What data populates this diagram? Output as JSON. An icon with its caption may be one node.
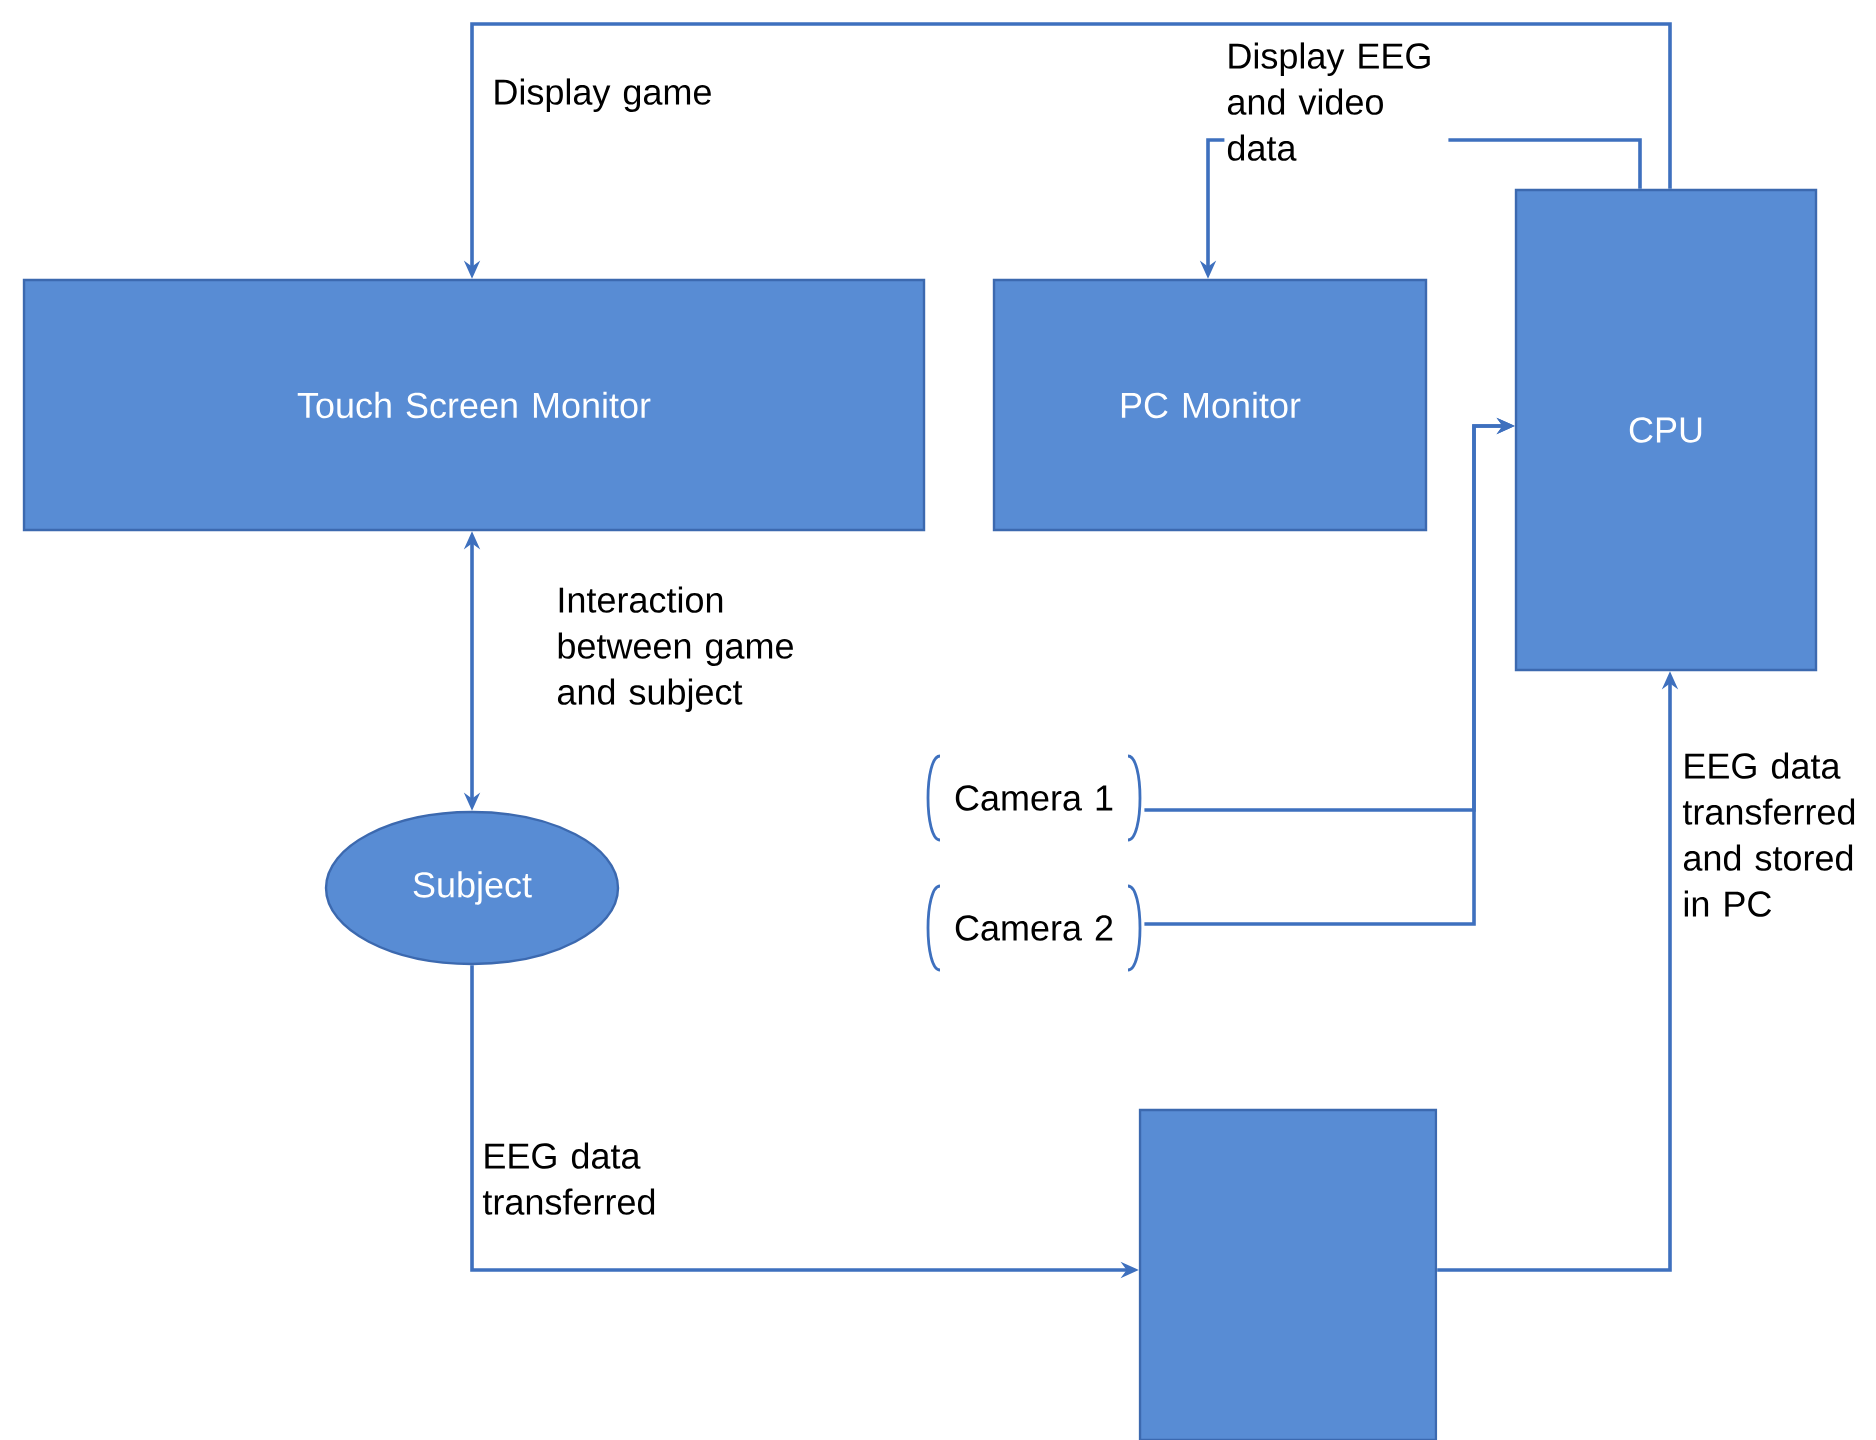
{
  "diagram": {
    "nodes": [
      {
        "text": [
          "Touch Screen Monitor"
        ]
      },
      {
        "text": [
          "PC Monitor"
        ]
      },
      {
        "text": [
          "CPU"
        ]
      },
      {
        "text": [
          "Camera 1"
        ]
      },
      {
        "text": [
          "Camera 2"
        ]
      },
      {
        "text": [
          "Subject"
        ]
      },
      {
        "text": [],
        "shape": "box"
      }
    ],
    "edges": [
      {
        "from": 2,
        "to": 0,
        "arrow": "to",
        "label": "Display game"
      },
      {
        "from": 2,
        "to": 1,
        "arrow": "to",
        "label": "Display EEG and video data"
      },
      {
        "from": 0,
        "to": 5,
        "arrow": "both",
        "label": "Interaction between game and subject"
      },
      {
        "from": 3,
        "to": 2,
        "arrow": "to"
      },
      {
        "from": 4,
        "to": 2,
        "arrow": "to"
      },
      {
        "from": 5,
        "to": 6,
        "arrow": "to",
        "label": "EEG data transferred"
      },
      {
        "from": 6,
        "to": 2,
        "arrow": "to",
        "label": "EEG data transferred and stored in PC"
      }
    ]
  }
}
